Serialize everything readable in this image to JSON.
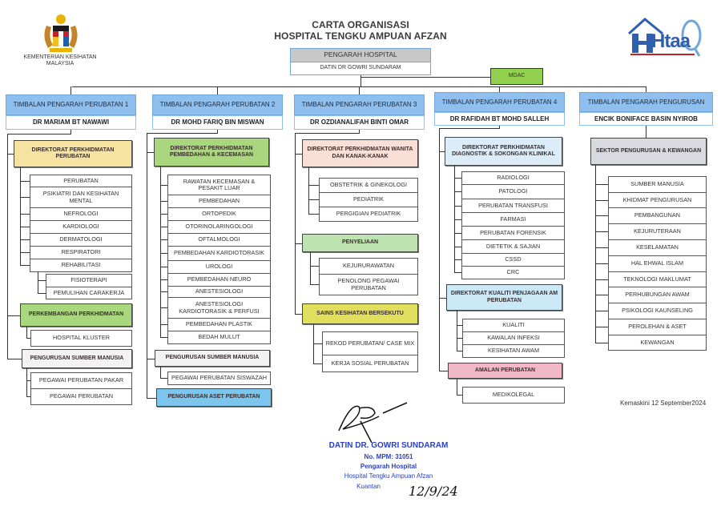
{
  "header": {
    "title1": "CARTA ORGANISASI",
    "title2": "HOSPITAL TENGKU AMPUAN AFZAN",
    "ministry_line1": "KEMENTERIAN KESIHATAN",
    "ministry_line2": "MALAYSIA",
    "logo_right": "Htaa"
  },
  "director": {
    "title": "PENGARAH HOSPITAL",
    "name": "DATIN DR GOWRI SUNDARAM"
  },
  "mdac": "MDAC",
  "columns": [
    {
      "title": "TIMBALAN PENGARAH PERUBATAN 1",
      "name": "DR MARIAM BT NAWAWI",
      "groups": [
        {
          "title": "DIREKTORAT PERKHIDMATAN PERUBATAN",
          "color": "#f7e3a1",
          "items": [
            "PERUBATAN",
            "PSIKIATRI DAN KESIHATAN MENTAL",
            "NEFROLOGI",
            "KARDIOLOGI",
            "DERMATOLOGI",
            "RESPIRATORI",
            "REHABILITASI"
          ],
          "subitems": [
            "FISIOTERAPI",
            "PEMULIHAN CARAKERJA"
          ]
        },
        {
          "title": "PERKEMBANGAN PERKHIDMATAN",
          "color": "#a9d77e",
          "items": [
            "HOSPITAL KLUSTER"
          ]
        },
        {
          "title": "PENGURUSAN SUMBER MANUSIA",
          "color": "#f2f2f2",
          "items": [
            "PEGAWAI PERUBATAN PAKAR",
            "PEGAWAI PERUBATAN"
          ]
        }
      ]
    },
    {
      "title": "TIMBALAN PENGARAH PERUBATAN 2",
      "name": "DR MOHD FARIQ BIN MISWAN",
      "groups": [
        {
          "title": "DIREKTORAT PERKHIDMATAN PEMBEDAHAN & KECEMASAN",
          "color": "#a9d77e",
          "items": [
            "RAWATAN KECEMASAN & PESAKIT LUAR",
            "PEMBEDAHAN",
            "ORTOPEDIK",
            "OTORINOLARINGOLOGI",
            "OFTALMOLOGI",
            "PEMBEDAHAN KARDIOTORASIK",
            "UROLOGI",
            "PEMBEDAHAN NEURO",
            "ANESTESIOLOGI",
            "ANESTESIOLOGI KARDIOTORASIK & PERFUSI",
            "PEMBEDAHAN PLASTIK",
            "BEDAH MULUT"
          ]
        },
        {
          "title": "PENGURUSAN SUMBER MANUSIA",
          "color": "#f2f2f2",
          "items": [
            "PEGAWAI PERUBATAN SISWAZAH"
          ]
        },
        {
          "title": "PENGURUSAN ASET PERUBATAN",
          "color": "#7cc6ee",
          "items": []
        }
      ]
    },
    {
      "title": "TIMBALAN PENGARAH PERUBATAN 3",
      "name": "DR OZDIANALIFAH BINTI OMAR",
      "groups": [
        {
          "title": "DIREKTORAT PERKHIDMATAN WANITA DAN KANAK-KANAK",
          "color": "#f9dfd6",
          "items": [
            "OBSTETRIK & GINEKOLOGI",
            "PEDIATRIK",
            "PERGIGIAN PEDIATRIK"
          ]
        },
        {
          "title": "PENYELIAAN",
          "color": "#bfe3b0",
          "items": [
            "KEJURURAWATAN",
            "PENOLONG PEGAWAI PERUBATAN"
          ]
        },
        {
          "title": "SAINS KESIHATAN BERSEKUTU",
          "color": "#e1df5e",
          "items": [
            "REKOD PERUBATAN/ CASE MIX",
            "KERJA SOSIAL PERUBATAN"
          ]
        }
      ]
    },
    {
      "title": "TIMBALAN PENGARAH PERUBATAN 4",
      "name": "DR RAFIDAH BT MOHD SALLEH",
      "groups": [
        {
          "title": "DIREKTORAT PERKHIDMATAN DIAGNOSTIK & SOKONGAN KLINIKAL",
          "color": "#dcecf8",
          "items": [
            "RADIOLOGI",
            "PATOLOGI",
            "PERUBATAN TRANSFUSI",
            "FARMASI",
            "PERUBATAN FORENSIK",
            "DIETETIK & SAJIAN",
            "CSSD",
            "CRC"
          ]
        },
        {
          "title": "DIREKTORAT KUALITI PENJAGAAN AM PERUBATAN",
          "color": "#cbe8f7",
          "items": [
            "KUALITI",
            "KAWALAN INFEKSI",
            "KESIHATAN AWAM"
          ]
        },
        {
          "title": "AMALAN PERUBATAN",
          "color": "#f1b9c7",
          "items": [
            "MEDIKOLEGAL"
          ]
        }
      ]
    },
    {
      "title": "TIMBALAN PENGARAH PENGURUSAN",
      "name": "ENCIK BONIFACE BASIN NYIROB",
      "groups": [
        {
          "title": "SEKTOR PENGURUSAN & KEWANGAN",
          "color": "#d9dadf",
          "items": [
            "SUMBER MANUSIA",
            "KHIDMAT PENGURUSAN",
            "PEMBANGUNAN",
            "KEJURUTERAAN",
            "KESELAMATAN",
            "HAL EHWAL ISLAM",
            "TEKNOLOGI MAKLUMAT",
            "PERHUBUNGAN AWAM",
            "PSIKOLOGI KAUNSELING",
            "PEROLEHAN & ASET",
            "KEWANGAN"
          ]
        }
      ]
    }
  ],
  "updated": "Kemaskini 12 September2024",
  "signature": {
    "name": "DATIN DR. GOWRI SUNDARAM",
    "mpm": "No. MPM: 31051",
    "position": "Pengarah Hospital",
    "hospital": "Hospital Tengku Ampuan Afzan",
    "city": "Kuantan",
    "date": "12/9/24"
  },
  "colors": {
    "header_blue": "#8fbfef",
    "director_gray": "#c8c8c8",
    "mdac_green": "#92d050",
    "stamp_blue": "#2940c8"
  }
}
